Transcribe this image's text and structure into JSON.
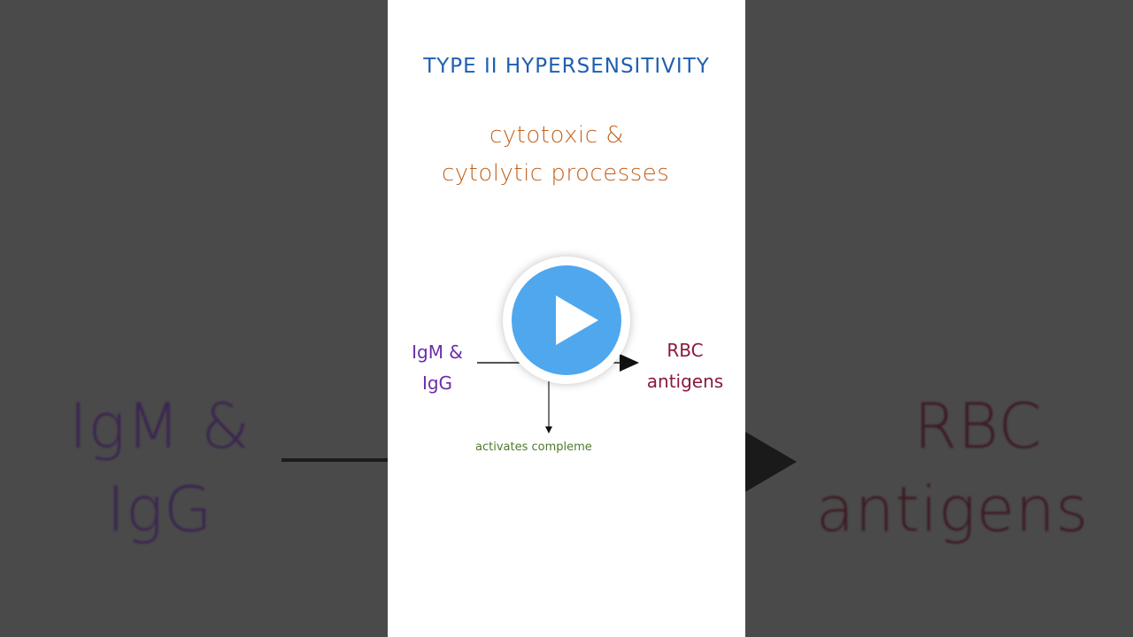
{
  "slide": {
    "title": "TYPE II HYPERSENSITIVITY",
    "subtitle_line1": "cytotoxic &",
    "subtitle_line2": "cytolytic processes",
    "left_line1": "IgM &",
    "left_line2": "IgG",
    "right_line1": "RBC",
    "right_line2": "antigens",
    "bottom_label": "activates compleme"
  },
  "background": {
    "left_line1": "IgM &",
    "left_line2": "IgG",
    "right_line1": "RBC",
    "right_line2": "antigens"
  },
  "player": {
    "play_icon": "play-icon"
  },
  "colors": {
    "title": "#1f5fb0",
    "subtitle": "#c2621e",
    "left_text": "#6a2ea8",
    "right_text": "#8a1a3a",
    "bottom_label": "#4e7a2a",
    "play_button": "#4fa7ee",
    "backdrop": "#4a4a4a"
  }
}
